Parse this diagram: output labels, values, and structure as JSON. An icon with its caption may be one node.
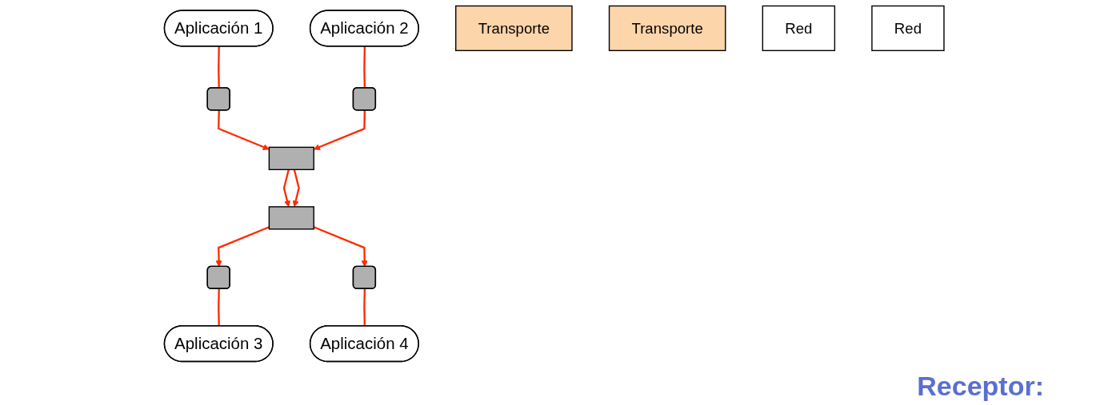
{
  "diagram": {
    "nodes": [
      {
        "text": [
          "Aplicación 1"
        ]
      },
      {
        "text": [
          "Aplicación 2"
        ]
      },
      {
        "text": [
          "Aplicación 3"
        ]
      },
      {
        "text": [
          "Aplicación 4"
        ]
      },
      {
        "text": [],
        "shape": "box"
      },
      {
        "text": [],
        "shape": "box"
      },
      {
        "text": [],
        "shape": "box"
      },
      {
        "text": [],
        "shape": "box"
      },
      {
        "text": [
          "Transporte"
        ]
      },
      {
        "text": [
          "Transporte"
        ]
      },
      {
        "text": [],
        "shape": "box"
      },
      {
        "text": [],
        "shape": "box"
      },
      {
        "text": [
          "Red"
        ]
      },
      {
        "text": [
          "Red"
        ]
      }
    ],
    "edges": [
      {
        "from": 0,
        "to": 4,
        "arrow": "none"
      },
      {
        "from": 1,
        "to": 5,
        "arrow": "none"
      },
      {
        "from": 4,
        "to": 10,
        "arrow": "to"
      },
      {
        "from": 5,
        "to": 10,
        "arrow": "to"
      },
      {
        "from": 10,
        "to": 11,
        "arrow": "to"
      },
      {
        "from": 10,
        "to": 11,
        "arrow": "to"
      },
      {
        "from": 11,
        "to": 6,
        "arrow": "to"
      },
      {
        "from": 11,
        "to": 7,
        "arrow": "to"
      },
      {
        "from": 6,
        "to": 2,
        "arrow": "none"
      },
      {
        "from": 7,
        "to": 3,
        "arrow": "none"
      }
    ],
    "labels": [
      "Receptor:"
    ]
  }
}
